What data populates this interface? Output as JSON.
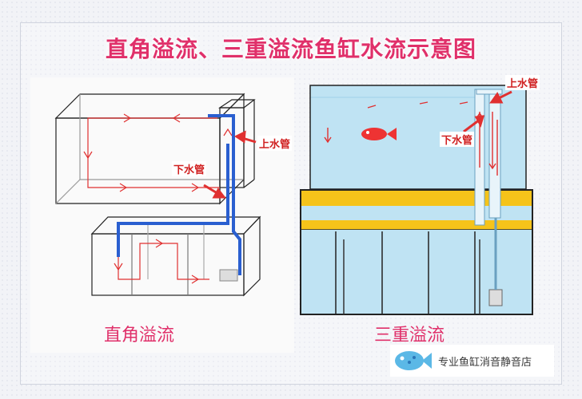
{
  "title": "直角溢流、三重溢流鱼缸水流示意图",
  "left_diagram": {
    "caption": "直角溢流",
    "label_up_pipe": "上水管",
    "label_down_pipe": "下水管"
  },
  "right_diagram": {
    "caption": "三重溢流",
    "label_up_pipe": "上水管",
    "label_down_pipe": "下水管"
  },
  "shop": {
    "name": "专业鱼缸消音静音店"
  },
  "colors": {
    "title": "#e0306a",
    "label": "#d02020",
    "pipe": "#2a5fd0",
    "flow": "#e03030",
    "water": "#bfe3f3",
    "overflow": "#f5c31a"
  }
}
